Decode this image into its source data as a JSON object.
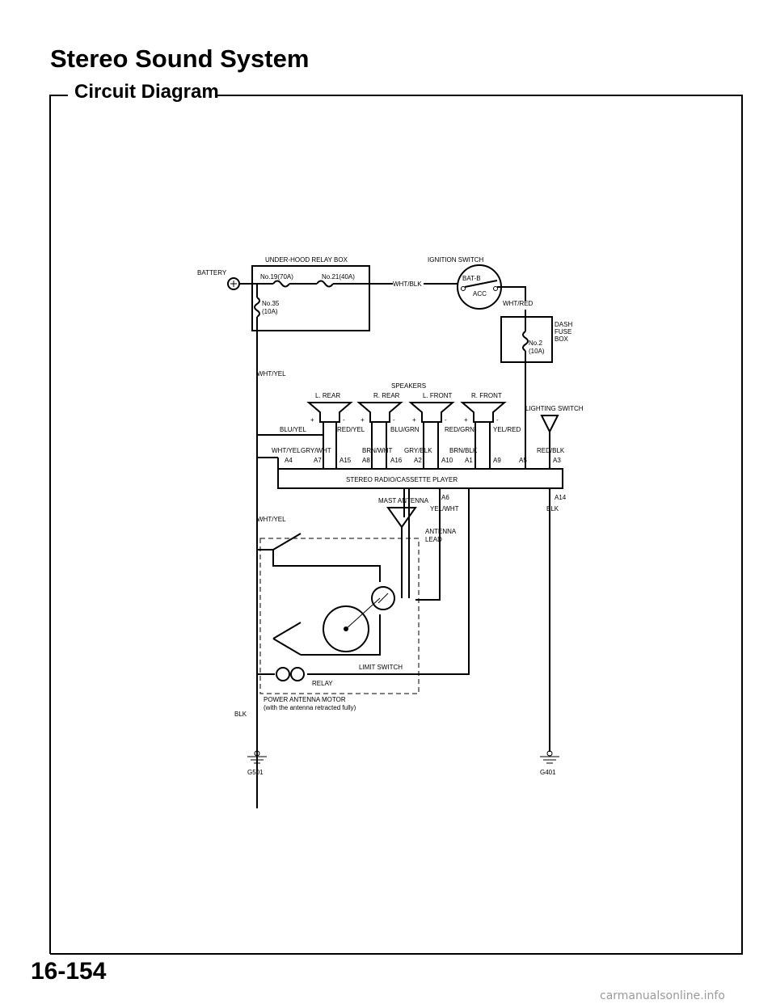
{
  "header": {
    "title": "Stereo Sound System",
    "subtitle": "Circuit Diagram"
  },
  "footer": {
    "page_number": "16-154",
    "watermark": "carmanualsonline.info"
  },
  "diagram": {
    "underhood_box": "UNDER-HOOD RELAY BOX",
    "battery": "BATTERY",
    "fuse_19": "No.19(70A)",
    "fuse_21": "No.21(40A)",
    "fuse_35": "No.35",
    "fuse_35_rating": "(10A)",
    "ignition_switch": "IGNITION SWITCH",
    "bat_b": "BAT-B",
    "acc": "ACC",
    "wire_wht_blk": "WHT/BLK",
    "wire_wht_red": "WHT/RED",
    "dash_fuse_box": [
      "DASH",
      "FUSE",
      "BOX"
    ],
    "fuse_2": "No.2",
    "fuse_2_rating": "(10A)",
    "wire_wht_yel": "WHT/YEL",
    "speakers_label": "SPEAKERS",
    "speakers": [
      "L. REAR",
      "R. REAR",
      "L. FRONT",
      "R. FRONT"
    ],
    "lighting_switch": "LIGHTING SWITCH",
    "speaker_wires": [
      "BLU/YEL",
      "RED/YEL",
      "BLU/GRN",
      "RED/GRN"
    ],
    "wire_yel_red": "YEL/RED",
    "wire_red_blk": "RED/BLK",
    "wire_wht_yel_2": "WHT/YEL",
    "neg_wires": [
      "GRY/WHT",
      "BRN/WHT",
      "GRY/BLK",
      "BRN/BLK"
    ],
    "terminals": [
      "A4",
      "A7",
      "A15",
      "A8",
      "A16",
      "A2",
      "A10",
      "A1",
      "A9",
      "A5",
      "A3"
    ],
    "radio": "STEREO RADIO/CASSETTE PLAYER",
    "mast_antenna": "MAST ANTENNA",
    "terminal_a6": "A6",
    "terminal_a14": "A14",
    "wire_yel_wht": "YEL/WHT",
    "wire_blk": "BLK",
    "wire_wht_yel_3": "WHT/YEL",
    "antenna_lead": [
      "ANTENNA",
      "LEAD"
    ],
    "limit_switch": "LIMIT SWITCH",
    "relay": "RELAY",
    "antenna_motor": "POWER ANTENNA MOTOR",
    "antenna_motor_note": "(with the antenna retracted fully)",
    "wire_blk_2": "BLK",
    "ground_1": "G501",
    "ground_2": "G401"
  }
}
